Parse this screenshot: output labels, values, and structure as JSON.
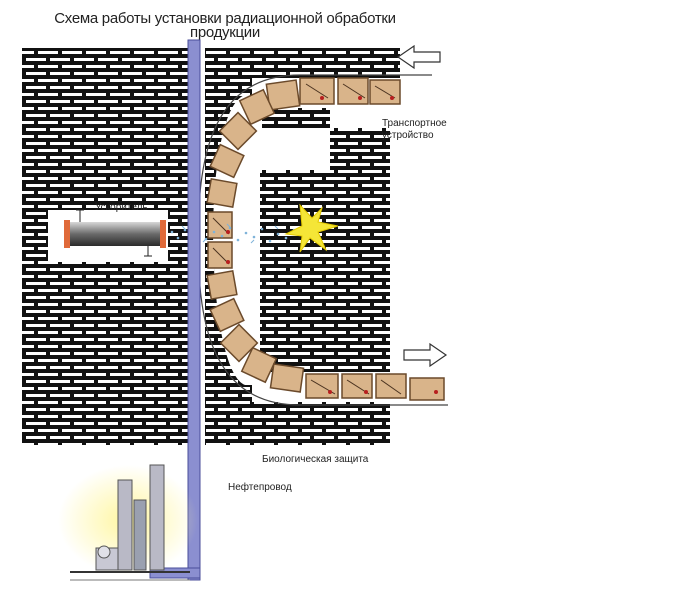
{
  "title": "Схема работы установки радиационной обработки продукции",
  "labels": {
    "accelerator": "Ускоритель",
    "conveyor": "Транспортное устройство",
    "bioshield": "Биологическая защита",
    "pipeline": "Нефтепровод"
  },
  "colors": {
    "brick": "#ffffff",
    "mortar": "#111111",
    "pipe": "#8b8fd0",
    "box": "#d9b48a",
    "flash": "#f5e637"
  }
}
